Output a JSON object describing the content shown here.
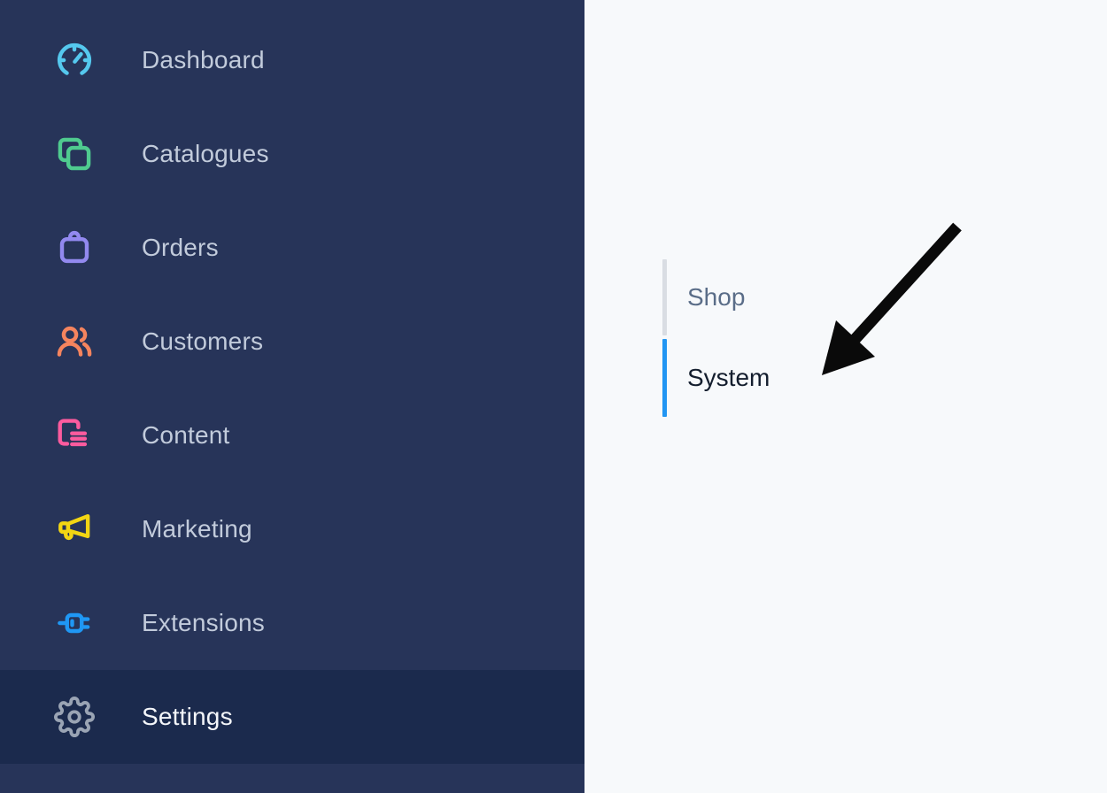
{
  "sidebar": {
    "items": [
      {
        "label": "Dashboard",
        "icon": "gauge-icon",
        "color": "#55c8ee",
        "active": false
      },
      {
        "label": "Catalogues",
        "icon": "catalogues-icon",
        "color": "#4fcb8f",
        "active": false
      },
      {
        "label": "Orders",
        "icon": "shopping-bag-icon",
        "color": "#9289ef",
        "active": false
      },
      {
        "label": "Customers",
        "icon": "users-icon",
        "color": "#f5845e",
        "active": false
      },
      {
        "label": "Content",
        "icon": "content-icon",
        "color": "#fb5b9e",
        "active": false
      },
      {
        "label": "Marketing",
        "icon": "megaphone-icon",
        "color": "#f2d513",
        "active": false
      },
      {
        "label": "Extensions",
        "icon": "plug-icon",
        "color": "#1f97f4",
        "active": false
      },
      {
        "label": "Settings",
        "icon": "gear-icon",
        "color": "#9aa4b4",
        "active": true
      }
    ]
  },
  "main": {
    "tabs": [
      {
        "label": "Shop",
        "active": false,
        "indicator_color": "#d9dde3",
        "text_color": "#5a6d88"
      },
      {
        "label": "System",
        "active": true,
        "indicator_color": "#2196f3",
        "text_color": "#141e2e"
      }
    ],
    "annotation": {
      "shape": "arrow",
      "color": "#0a0a0a"
    }
  },
  "colors": {
    "sidebar_bg": "#273459",
    "sidebar_active_bg": "#1b2a4d",
    "sidebar_text": "#c2cbdb",
    "sidebar_active_text": "#f4f6fa",
    "panel_bg": "#f7f9fb"
  }
}
